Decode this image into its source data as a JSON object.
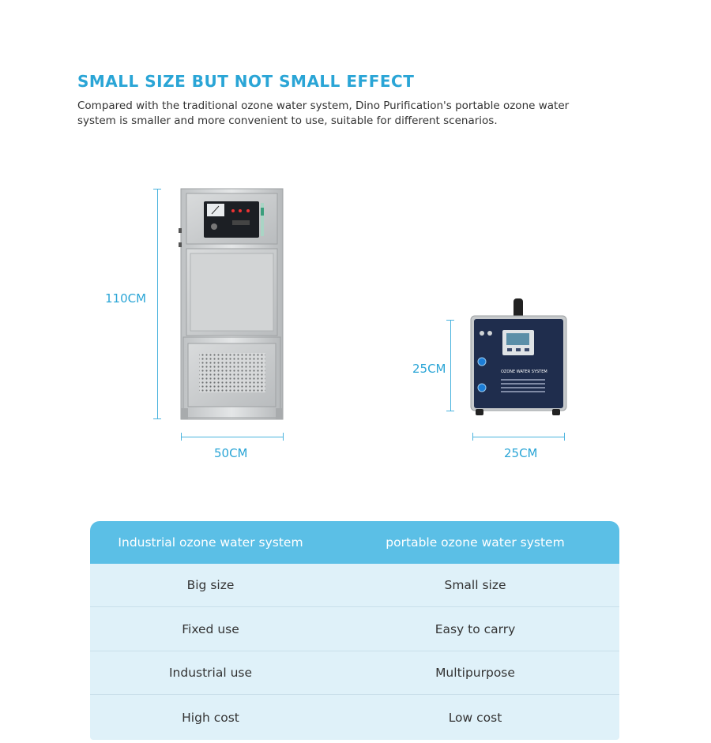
{
  "heading": {
    "title": "SMALL SIZE BUT NOT SMALL EFFECT",
    "description": "Compared with the traditional ozone water system, Dino Purification's portable ozone water system is smaller and more convenient to use, suitable for different scenarios."
  },
  "industrial": {
    "height_label": "110CM",
    "width_label": "50CM"
  },
  "portable": {
    "height_label": "25CM",
    "width_label": "25CM",
    "panel_text": "OZONE WATER SYSTEM"
  },
  "comparison": {
    "headers": [
      "Industrial ozone water system",
      "portable ozone water system"
    ],
    "rows": [
      [
        "Big size",
        "Small size"
      ],
      [
        "Fixed use",
        "Easy to carry"
      ],
      [
        "Industrial use",
        "Multipurpose"
      ],
      [
        "High cost",
        "Low cost"
      ]
    ]
  },
  "colors": {
    "accent": "#2aa5d6",
    "table_header": "#5bbfe6",
    "table_row": "#dff1f9"
  }
}
